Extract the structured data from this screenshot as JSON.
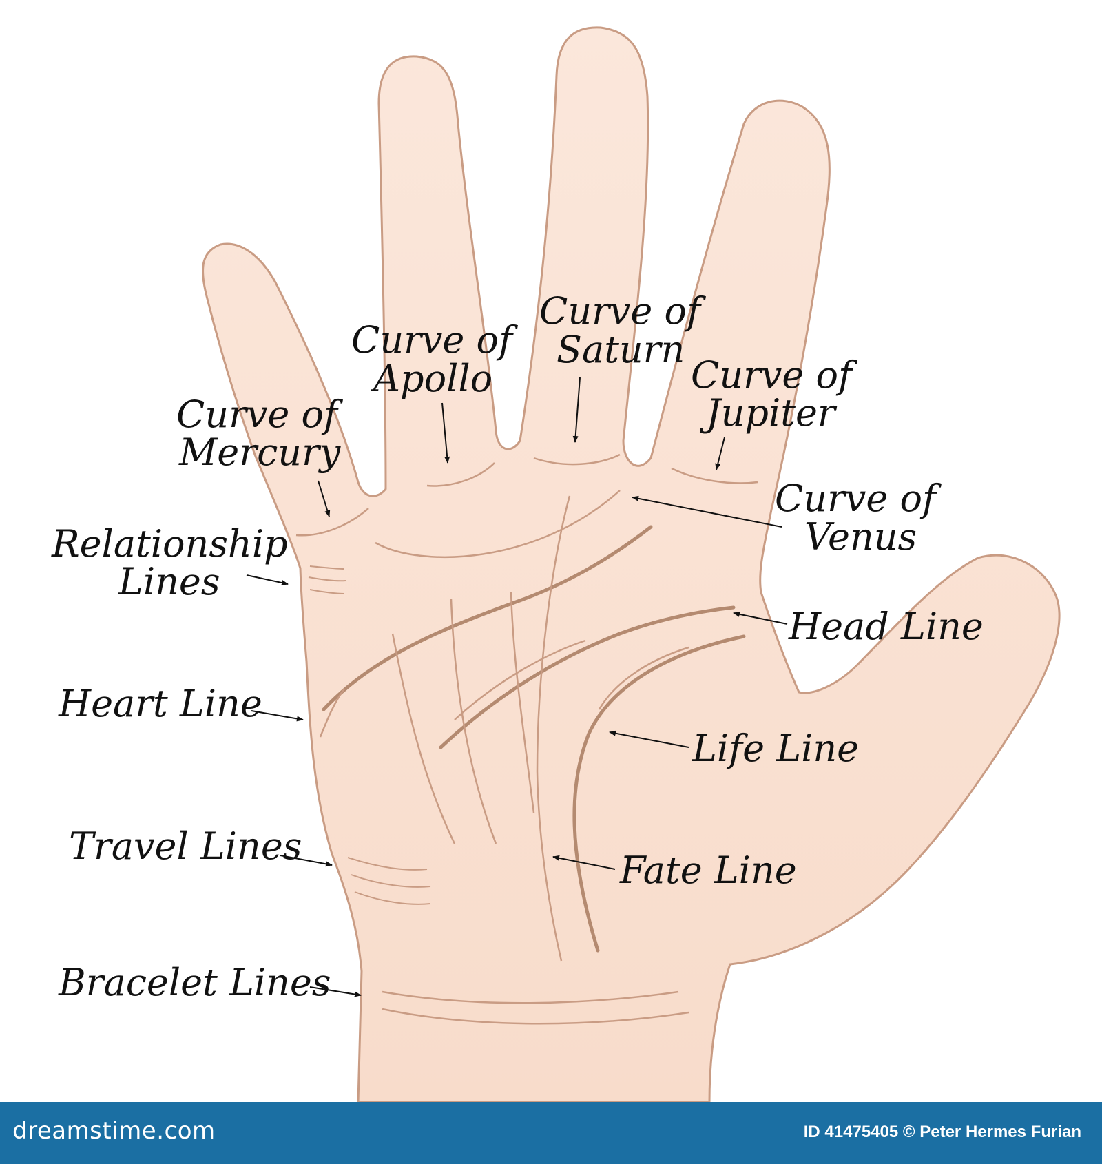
{
  "labels": {
    "curve_of_mercury": [
      "Curve of",
      "Mercury"
    ],
    "curve_of_apollo": [
      "Curve of",
      "Apollo"
    ],
    "curve_of_saturn": [
      "Curve of",
      "Saturn"
    ],
    "curve_of_jupiter": [
      "Curve of",
      "Jupiter"
    ],
    "curve_of_venus": [
      "Curve of",
      "Venus"
    ],
    "relationship_lines": [
      "Relationship",
      "Lines"
    ],
    "head_line": "Head Line",
    "heart_line": "Heart Line",
    "life_line": "Life Line",
    "travel_lines": "Travel Lines",
    "fate_line": "Fate Line",
    "bracelet_lines": "Bracelet Lines"
  },
  "footer": {
    "site": "dreamstime.com",
    "credit": "ID 41475405 © Peter Hermes Furian"
  },
  "colors": {
    "skin": "#fae2d4",
    "outline": "#c99c84",
    "crease": "#b48a70",
    "footer_bg": "#1b6fa3"
  }
}
